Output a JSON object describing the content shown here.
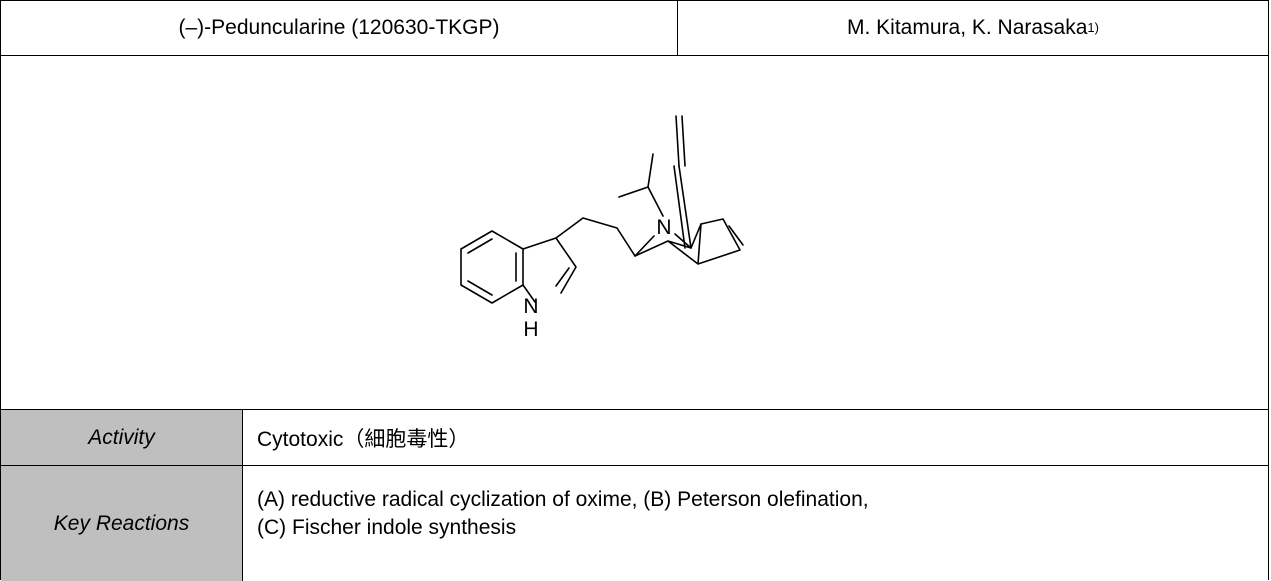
{
  "header": {
    "compound_name": "(–)-Peduncularine (120630-TKGP)",
    "authors": "M. Kitamura, K. Narasaka",
    "authors_ref": "1)"
  },
  "structure": {
    "atom_N_bridge": "N",
    "atom_N_indole": "N",
    "atom_H_indole": "H"
  },
  "activity": {
    "label": "Activity",
    "value": "Cytotoxic（細胞毒性）"
  },
  "key_reactions": {
    "label": "Key Reactions",
    "line1": "(A) reductive radical cyclization of oxime, (B) Peterson olefination,",
    "line2": "(C) Fischer indole synthesis"
  }
}
